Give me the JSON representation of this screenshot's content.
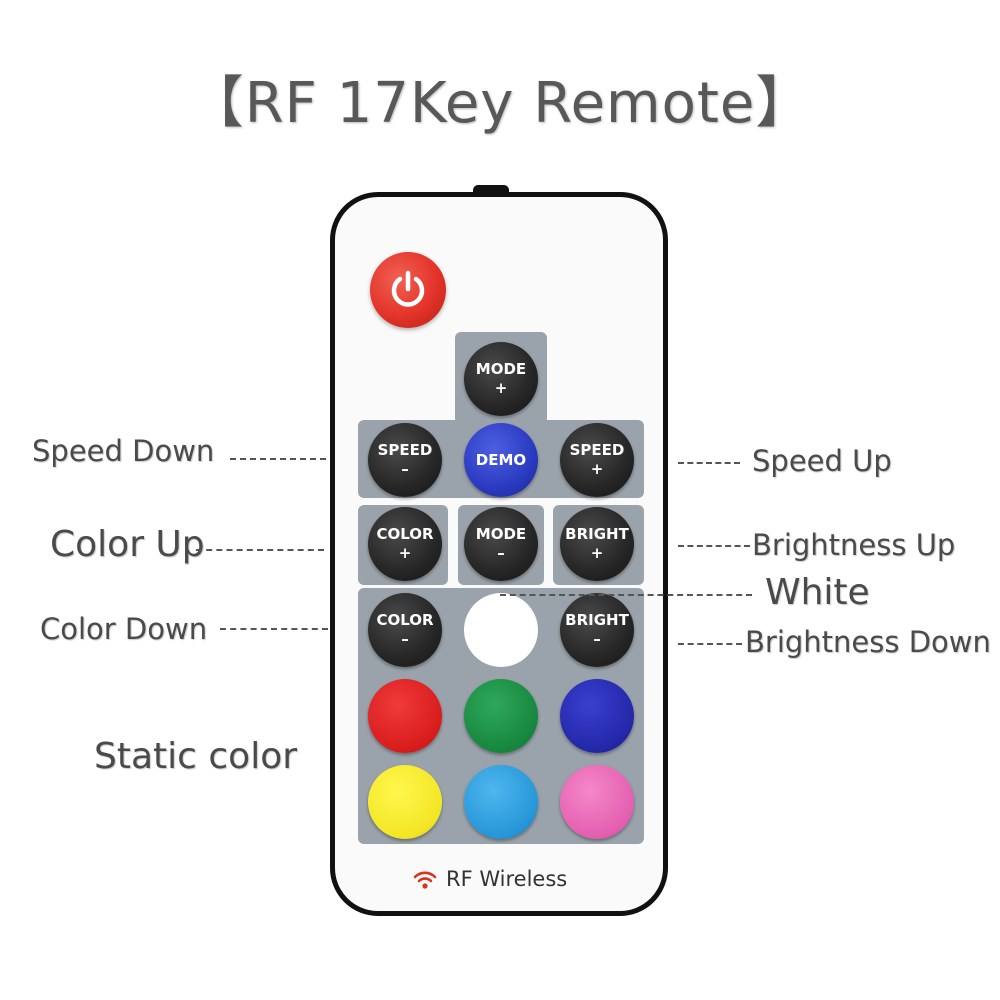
{
  "title": "【RF 17Key Remote】",
  "remote": {
    "power_icon": "power-icon",
    "buttons": {
      "mode_up": {
        "line1": "MODE",
        "line2": "+"
      },
      "speed_down": {
        "line1": "SPEED",
        "line2": "–"
      },
      "demo": {
        "line1": "DEMO"
      },
      "speed_up": {
        "line1": "SPEED",
        "line2": "+"
      },
      "color_up": {
        "line1": "COLOR",
        "line2": "+"
      },
      "mode_down": {
        "line1": "MODE",
        "line2": "–"
      },
      "bright_up": {
        "line1": "BRIGHT",
        "line2": "+"
      },
      "color_down": {
        "line1": "COLOR",
        "line2": "–"
      },
      "bright_down": {
        "line1": "BRIGHT",
        "line2": "–"
      }
    },
    "static_colors": [
      "#d81c1c",
      "#16873e",
      "#2327a8",
      "#f3e625",
      "#2596d8",
      "#e45fb0"
    ],
    "footer": "RF Wireless",
    "footer_icon": "wifi-icon"
  },
  "labels": {
    "speed_down": "Speed Down",
    "speed_up": "Speed Up",
    "color_up": "Color Up",
    "brightness_up": "Brightness Up",
    "white": "White",
    "color_down": "Color Down",
    "brightness_down": "Brightness Down",
    "static_color": "Static color"
  },
  "colors": {
    "power": "#e3342a",
    "panel": "#9aa3ab",
    "demo": "#2a3bc2",
    "button_dark": "#262626"
  }
}
